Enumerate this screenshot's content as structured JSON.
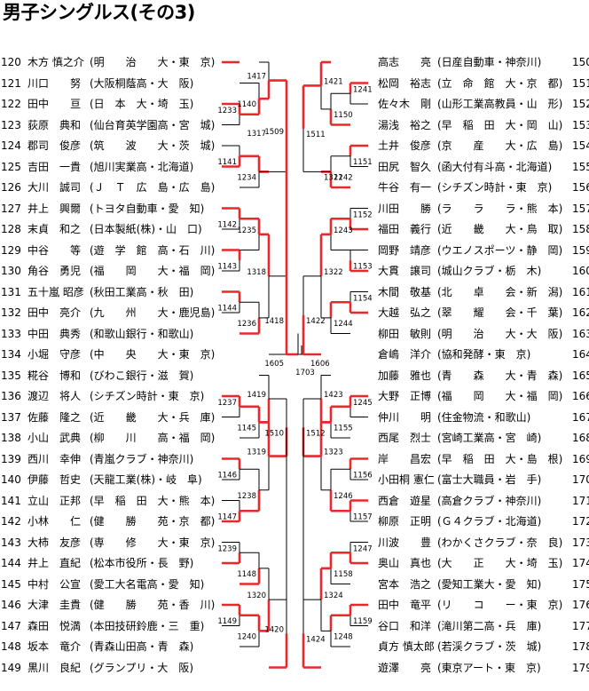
{
  "title": "男子シングルス(その3)",
  "left_players": [
    {
      "num": "120",
      "name": "木方 慎之介",
      "affil": "(明　　治　　大・東　京)"
    },
    {
      "num": "121",
      "name": "川口　　努",
      "affil": "(大阪桐蔭高・大　阪)"
    },
    {
      "num": "122",
      "name": "田中　　亘",
      "affil": "(日　本　大・埼　玉)"
    },
    {
      "num": "123",
      "name": "荻原　典和",
      "affil": "(仙台育英学園高・宮　城)"
    },
    {
      "num": "124",
      "name": "郡司　俊彦",
      "affil": "(筑　　波　　大・茨　城)"
    },
    {
      "num": "125",
      "name": "吉田　一貴",
      "affil": "(旭川実業高・北海道)"
    },
    {
      "num": "126",
      "name": "大川　誠司",
      "affil": "(Ｊ　Ｔ　広　島・広　島)"
    },
    {
      "num": "127",
      "name": "井上　興爾",
      "affil": "(トヨタ自動車・愛　知)"
    },
    {
      "num": "128",
      "name": "末貞　和之",
      "affil": "(日本製紙(株)・山　口)"
    },
    {
      "num": "129",
      "name": "中谷　　等",
      "affil": "(遊　学　館　高・石　川)"
    },
    {
      "num": "130",
      "name": "角谷　勇児",
      "affil": "(福　　岡　　大・福　岡)"
    },
    {
      "num": "131",
      "name": "五十嵐 昭彦",
      "affil": "(秋田工業高・秋　田)"
    },
    {
      "num": "132",
      "name": "田中　亮介",
      "affil": "(九　　州　　大・鹿児島)"
    },
    {
      "num": "133",
      "name": "中田　典秀",
      "affil": "(和歌山銀行・和歌山)"
    },
    {
      "num": "134",
      "name": "小堀　守彦",
      "affil": "(中　　央　　大・東　京)"
    },
    {
      "num": "135",
      "name": "糀谷　博和",
      "affil": "(びわこ銀行・滋　賀)"
    },
    {
      "num": "136",
      "name": "渡辺　将人",
      "affil": "(シチズン時計・東　京)"
    },
    {
      "num": "137",
      "name": "佐藤　隆之",
      "affil": "(近　　畿　　大・兵　庫)"
    },
    {
      "num": "138",
      "name": "小山　武典",
      "affil": "(柳　　川　　高・福　岡)"
    },
    {
      "num": "139",
      "name": "西川　幸伸",
      "affil": "(青嵐クラブ・神奈川)"
    },
    {
      "num": "140",
      "name": "伊藤　哲史",
      "affil": "(天龍工業(株)・岐　阜)"
    },
    {
      "num": "141",
      "name": "立山　正邦",
      "affil": "(早　稲　田　大・熊　本)"
    },
    {
      "num": "142",
      "name": "小林　　仁",
      "affil": "(健　　勝　　苑・京　都)"
    },
    {
      "num": "143",
      "name": "大柿　友彦",
      "affil": "(専　　修　　大・東　京)"
    },
    {
      "num": "144",
      "name": "井上　直紀",
      "affil": "(松本市役所・長　野)"
    },
    {
      "num": "145",
      "name": "中村　公宣",
      "affil": "(愛工大名電高・愛　知)"
    },
    {
      "num": "146",
      "name": "大津　圭貴",
      "affil": "(健　　勝　　苑・香　川)"
    },
    {
      "num": "147",
      "name": "森田　悦満",
      "affil": "(本田技研鈴鹿・三　重)"
    },
    {
      "num": "148",
      "name": "坂本　竜介",
      "affil": "(青森山田高・青　森)"
    },
    {
      "num": "149",
      "name": "黒川　良紀",
      "affil": "(グランプリ・大　阪)"
    }
  ],
  "right_players": [
    {
      "num": "150",
      "name": "高志　　亮",
      "affil": "(日産自動車・神奈川)"
    },
    {
      "num": "151",
      "name": "松岡　裕志",
      "affil": "(立　命　館　大・京　都)"
    },
    {
      "num": "152",
      "name": "佐々木　剛",
      "affil": "(山形工業高教員・山　形)"
    },
    {
      "num": "153",
      "name": "湯浅　裕之",
      "affil": "(早　稲　田　大・岡　山)"
    },
    {
      "num": "154",
      "name": "土井　俊彦",
      "affil": "(京　　産　　大・広　島)"
    },
    {
      "num": "155",
      "name": "田尻　智久",
      "affil": "(函大付有斗高・北海道)"
    },
    {
      "num": "156",
      "name": "牛谷　有一",
      "affil": "(シチズン時計・東　京)"
    },
    {
      "num": "157",
      "name": "川田　　勝",
      "affil": "(ラ　　ラ　　ラ・熊　本)"
    },
    {
      "num": "158",
      "name": "福田　義行",
      "affil": "(近　　畿　　大・鳥　取)"
    },
    {
      "num": "159",
      "name": "岡野　靖彦",
      "affil": "(ウエノスポーツ・静　岡)"
    },
    {
      "num": "160",
      "name": "大貫　譲司",
      "affil": "(城山クラブ・栃　木)"
    },
    {
      "num": "161",
      "name": "木間　敬基",
      "affil": "(北　　卓　　会・新　潟)"
    },
    {
      "num": "162",
      "name": "大越　弘之",
      "affil": "(翠　　耀　　会・千　葉)"
    },
    {
      "num": "163",
      "name": "柳田　敏則",
      "affil": "(明　　治　　大・大　阪)"
    },
    {
      "num": "164",
      "name": "倉嶋　洋介",
      "affil": "(協和発酵・東　京)"
    },
    {
      "num": "165",
      "name": "加藤　雅也",
      "affil": "(青　　森　　大・青　森)"
    },
    {
      "num": "166",
      "name": "大野　正博",
      "affil": "(福　　岡　　大・福　岡)"
    },
    {
      "num": "167",
      "name": "仲川　　明",
      "affil": "(住金物流・和歌山)"
    },
    {
      "num": "168",
      "name": "西尾　烈士",
      "affil": "(宮崎工業高・宮　崎)"
    },
    {
      "num": "169",
      "name": "岸　　昌宏",
      "affil": "(早　稲　田　大・島　根)"
    },
    {
      "num": "170",
      "name": "小田桐 憲仁",
      "affil": "(富士大職員・岩　手)"
    },
    {
      "num": "171",
      "name": "西倉　遊星",
      "affil": "(高倉クラブ・神奈川)"
    },
    {
      "num": "172",
      "name": "柳原　正明",
      "affil": "(Ｇ４クラブ・北海道)"
    },
    {
      "num": "173",
      "name": "川波　　豊",
      "affil": "(わかくさクラブ・奈　良)"
    },
    {
      "num": "174",
      "name": "奥山　真也",
      "affil": "(大　　正　　大・埼　玉)"
    },
    {
      "num": "175",
      "name": "宮本　浩之",
      "affil": "(愛知工業大・愛　知)"
    },
    {
      "num": "176",
      "name": "田中　竜平",
      "affil": "(リ　　コ　　ー・東　京)"
    },
    {
      "num": "177",
      "name": "谷口　和洋",
      "affil": "(滝川第二高・兵　庫)"
    },
    {
      "num": "178",
      "name": "貞方 慎太郎",
      "affil": "(若渓クラブ・茨　城)"
    },
    {
      "num": "179",
      "name": "遊澤　　亮",
      "affil": "(東京アート・東　京)"
    }
  ],
  "match_labels": {
    "m1233": "1233",
    "m1140": "1140",
    "m1417": "1417",
    "m1317": "1317",
    "m1141": "1141",
    "m1234": "1234",
    "m1142": "1142",
    "m1235": "1235",
    "m1143": "1143",
    "m1509": "1509",
    "m1318": "1318",
    "m1144": "1144",
    "m1236": "1236",
    "m1418": "1418",
    "m1605": "1605",
    "m1703": "1703",
    "m1606": "1606",
    "m1237": "1237",
    "m1419": "1419",
    "m1145": "1145",
    "m1319": "1319",
    "m1146": "1146",
    "m1238": "1238",
    "m1147": "1147",
    "m1510": "1510",
    "m1239": "1239",
    "m1148": "1148",
    "m1320": "1320",
    "m1420": "1420",
    "m1149": "1149",
    "m1240": "1240",
    "m1421": "1421",
    "m1241": "1241",
    "m1150": "1150",
    "m1321": "1321",
    "m1151": "1151",
    "m1242": "1242",
    "m1511": "1511",
    "m1152": "1152",
    "m1243": "1243",
    "m1153": "1153",
    "m1322": "1322",
    "m1154": "1154",
    "m1244": "1244",
    "m1422": "1422",
    "m1423": "1423",
    "m1245": "1245",
    "m1155": "1155",
    "m1323": "1323",
    "m1156": "1156",
    "m1246": "1246",
    "m1157": "1157",
    "m1512": "1512",
    "m1247": "1247",
    "m1158": "1158",
    "m1324": "1324",
    "m1159": "1159",
    "m1248": "1248",
    "m1424": "1424"
  },
  "colors": {
    "winner_line": "#e8282b",
    "bracket_line": "#000000"
  }
}
